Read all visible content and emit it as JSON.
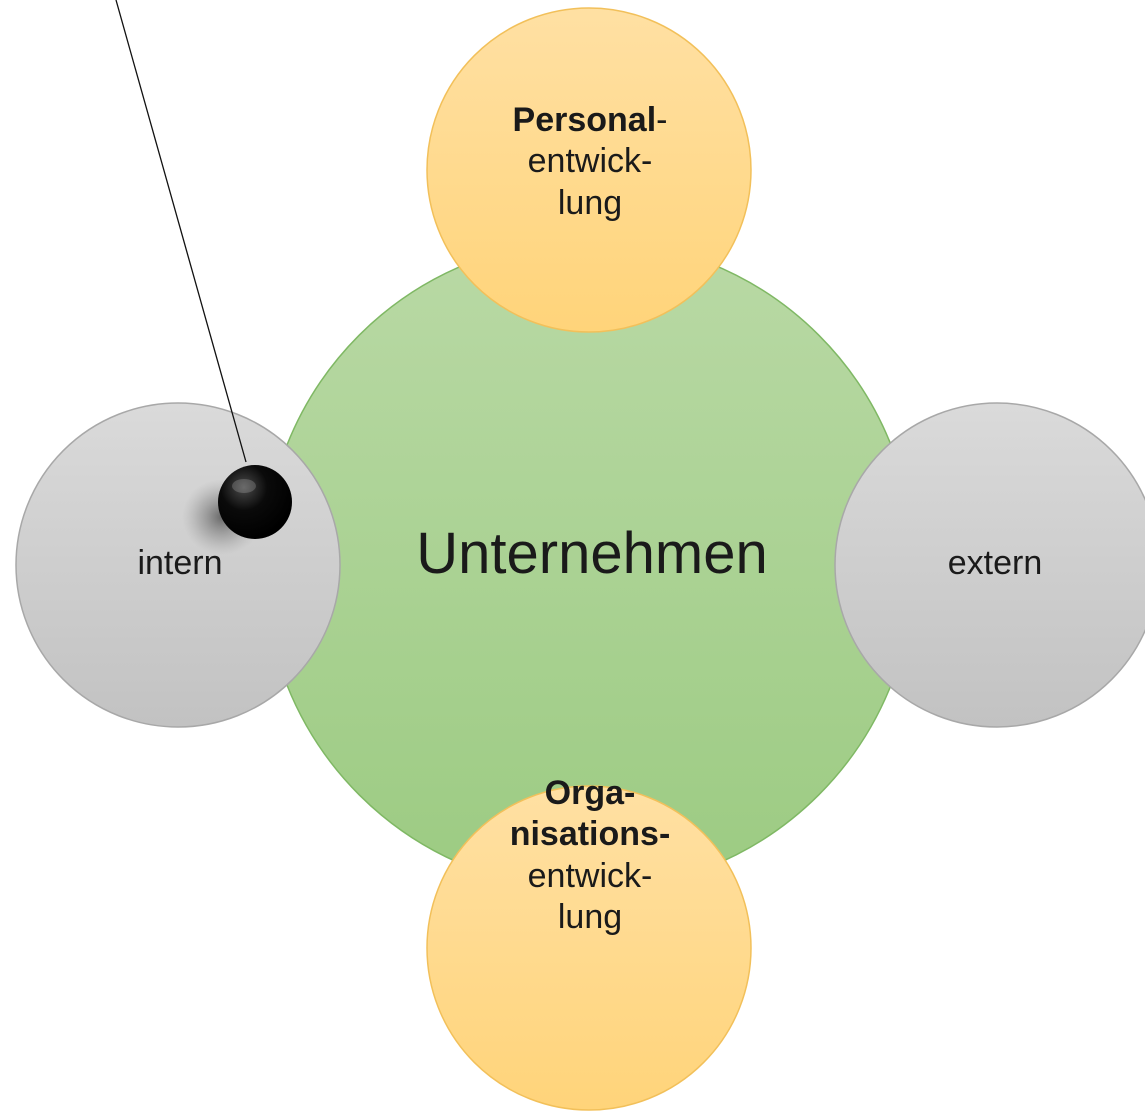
{
  "diagram": {
    "center": {
      "label": "Unternehmen",
      "color": "#a9d08e"
    },
    "left": {
      "label": "intern",
      "color": "#d0d0d0"
    },
    "right": {
      "label": "extern",
      "color": "#d0d0d0"
    },
    "top": {
      "bold": "Personal",
      "bold_suffix": "-",
      "line2": "entwick-",
      "line3": "lung",
      "color": "#ffd98a"
    },
    "bottom": {
      "line1_bold": "Orga-",
      "line2_bold": "nisations-",
      "line3": "entwick-",
      "line4": "lung",
      "color": "#ffd98a"
    },
    "pendulum": {
      "color": "#000000"
    }
  }
}
